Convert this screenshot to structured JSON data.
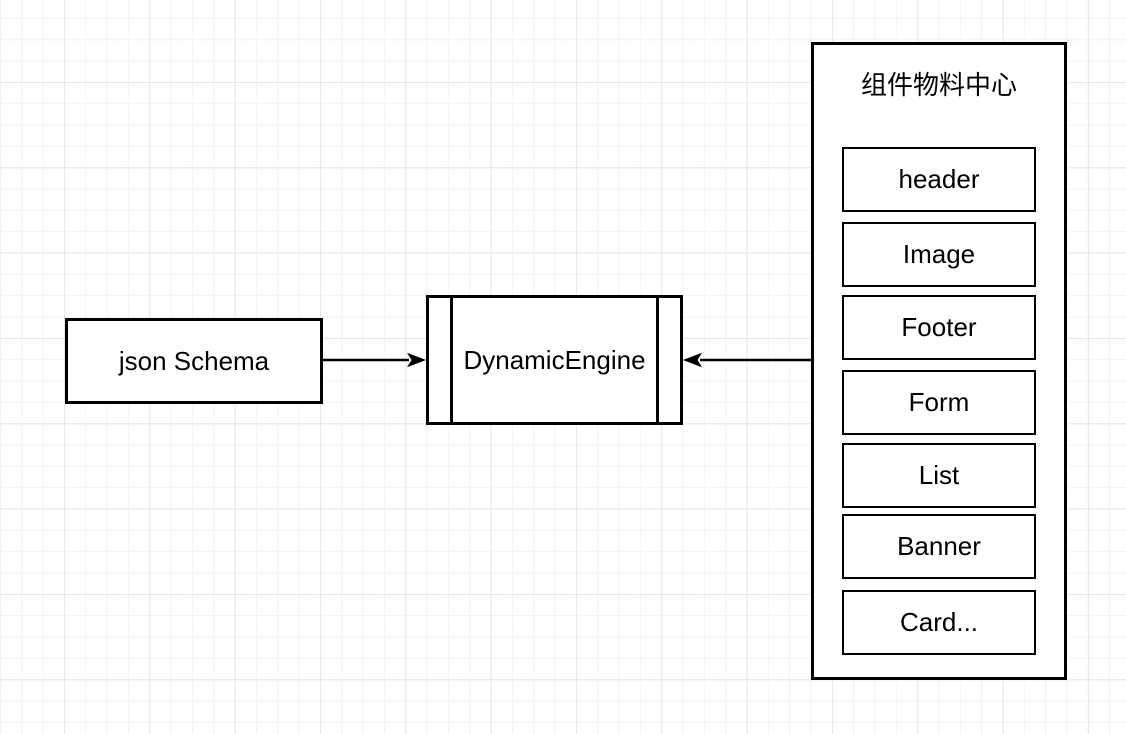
{
  "canvas": {
    "background_color": "#ffffff",
    "grid_minor_color": "#f3f3f3",
    "grid_major_color": "#e7e7e7",
    "shape_stroke_color": "#000000",
    "shape_fill_color": "#ffffff",
    "text_color": "#000000"
  },
  "nodes": {
    "json_schema": {
      "label": "json Schema",
      "shape": "rectangle"
    },
    "dynamic_engine": {
      "label": "DynamicEngine",
      "shape": "process"
    },
    "material_center": {
      "title": "组件物料中心",
      "shape": "container",
      "items": [
        {
          "label": "header"
        },
        {
          "label": "Image"
        },
        {
          "label": "Footer"
        },
        {
          "label": "Form"
        },
        {
          "label": "List"
        },
        {
          "label": "Banner"
        },
        {
          "label": "Card..."
        }
      ]
    }
  },
  "edges": [
    {
      "from": "json_schema",
      "to": "dynamic_engine",
      "arrowhead": "classic",
      "direction": "right"
    },
    {
      "from": "material_center",
      "to": "dynamic_engine",
      "arrowhead": "classic",
      "direction": "left"
    }
  ]
}
